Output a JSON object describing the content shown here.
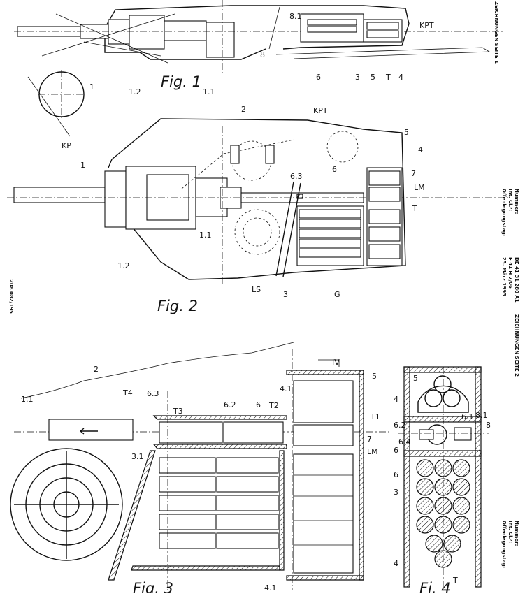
{
  "header": {
    "top_page_label": "ZEICHNUNGEN SEITE 1",
    "bottom_page_label": "ZEICHNUNGEN SEITE 2",
    "nummer": "Nummer:",
    "int_cl": "Int. Cl.⁵:",
    "offenlegungstag": "Offenlegungstag:",
    "doc_number": "DE 41 31 280 A1",
    "ipc": "F 41 H 7/06",
    "date": "25. März 1993",
    "side_code": "208 082/195"
  },
  "figures": {
    "fig1": {
      "caption": "Fig. 1",
      "labels": [
        "KPT",
        "8.1",
        "8",
        "1",
        "1.2",
        "1.1",
        "6",
        "3",
        "5",
        "T",
        "4",
        "KP"
      ]
    },
    "fig2": {
      "caption": "Fig. 2",
      "labels": [
        "KPT",
        "2",
        "5",
        "4",
        "7",
        "LM",
        "T",
        "6.3",
        "6",
        "1",
        "1.1",
        "1.2",
        "LS",
        "3",
        "G"
      ]
    },
    "fig3": {
      "caption": "Fig. 3",
      "labels": [
        "2",
        "IV",
        "1.1",
        "T4",
        "6.3",
        "T3",
        "6.2",
        "6",
        "T2",
        "4.1",
        "5",
        "T1",
        "7",
        "LM",
        "3.1",
        "4.1"
      ]
    },
    "fig4": {
      "caption": "Fi. 4",
      "labels": [
        "5",
        "4",
        "6.1",
        "8.1",
        "6.2",
        "8",
        "6.4",
        "6",
        "6",
        "3",
        "4",
        "T"
      ]
    }
  }
}
